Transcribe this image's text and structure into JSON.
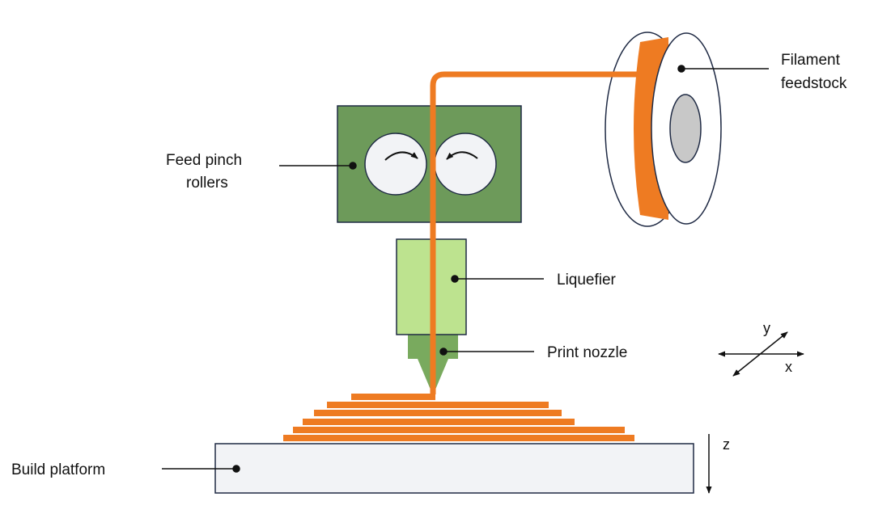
{
  "labels": {
    "filament_line1": "Filament",
    "filament_line2": "feedstock",
    "feed_line1": "Feed  pinch",
    "feed_line2": "rollers",
    "liquefier": "Liquefier",
    "nozzle": "Print nozzle",
    "platform": "Build platform"
  },
  "axes": {
    "x": "x",
    "y": "y",
    "z": "z"
  },
  "colors": {
    "filament": "#EE7B22",
    "roller_housing": "#6D9A5A",
    "liquefier": "#BDE38F",
    "nozzle": "#79AA5E",
    "platform": "#F2F3F6",
    "spool_hub": "#C8C8C8",
    "outline": "#1F2A44"
  }
}
